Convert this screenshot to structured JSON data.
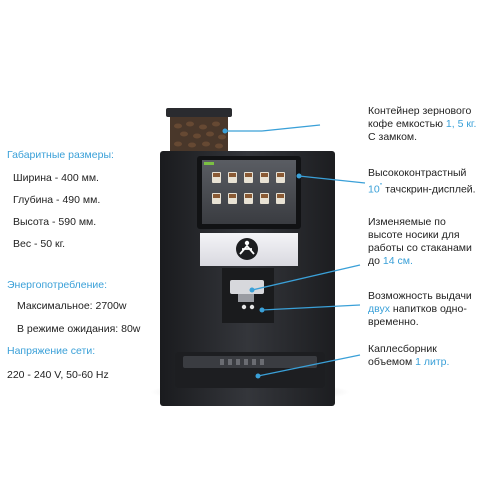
{
  "left": {
    "dimensions": {
      "heading": "Габаритные размеры:",
      "items": [
        "Ширина - 400 мм.",
        "Глубина - 490 мм.",
        "Высота - 590 мм.",
        "Вес - 50 кг."
      ]
    },
    "power": {
      "heading": "Энергопотребление:",
      "items": [
        "Максимальное: 2700w",
        "В режиме ожидания: 80w"
      ]
    },
    "voltage": {
      "heading": "Напряжение сети:",
      "value": "220 - 240 V, 50-60 Hz"
    }
  },
  "right": {
    "hopper": {
      "line1": "Контейнер зернового",
      "line2a": "кофе емкостью ",
      "line2b": "1, 5 кг.",
      "line3": "С замком."
    },
    "screen": {
      "line1": "Высококонтрастный",
      "line2a": "10",
      "line2sup": "''",
      "line2b": " тачскрин-дисплей."
    },
    "spout": {
      "line1": "Изменяемые по",
      "line2": "высоте носики для",
      "line3": "работы со стаканами",
      "line4a": "до ",
      "line4b": "14 см."
    },
    "double": {
      "line1": "Возможность выдачи",
      "line2a": "двух",
      "line2b": " напитков одно-",
      "line3": "временно."
    },
    "tray": {
      "line1": "Каплесборник",
      "line2a": "объемом ",
      "line2b": "1 литр."
    }
  },
  "colors": {
    "accent": "#3aa0d8",
    "machine": "#222428",
    "panel": "#e9e9ee"
  }
}
